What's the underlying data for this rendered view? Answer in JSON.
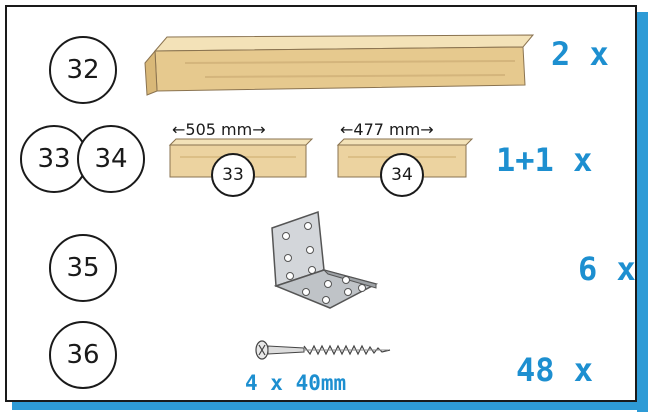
{
  "parts": [
    {
      "numbers": [
        "32"
      ],
      "quantity": "2 x"
    },
    {
      "numbers": [
        "33",
        "34"
      ],
      "quantity": "1+1 x",
      "pieces": [
        {
          "number": "33",
          "length": "←505 mm→"
        },
        {
          "number": "34",
          "length": "←477 mm→"
        }
      ]
    },
    {
      "numbers": [
        "35"
      ],
      "quantity": "6 x"
    },
    {
      "numbers": [
        "36"
      ],
      "quantity": "48 x",
      "screw_size": "4 x 40mm"
    }
  ],
  "colors": {
    "accent": "#1d8fd0",
    "wood_light": "#f0d9a8",
    "wood_dark": "#d9b878",
    "metal": "#c8ccd0"
  }
}
